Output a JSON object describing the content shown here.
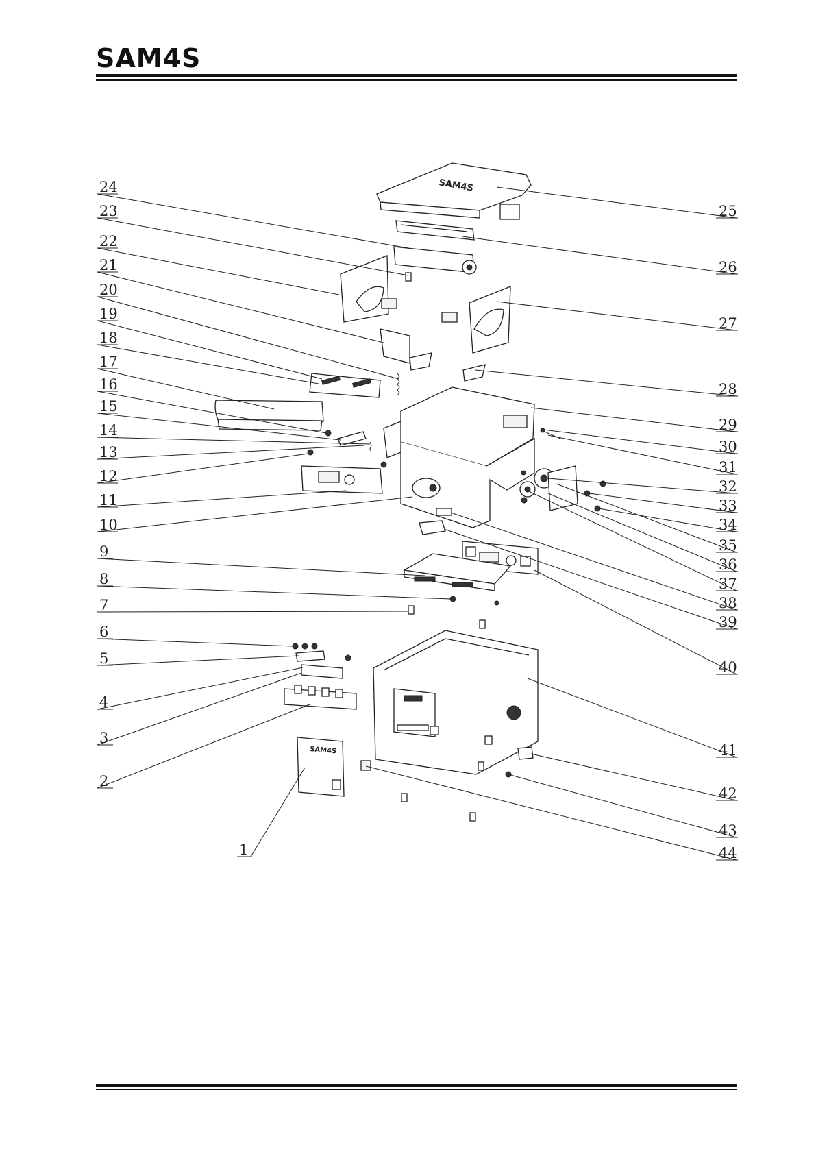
{
  "header": {
    "brand": "SAM4S"
  },
  "diagram": {
    "cover_logo": "SAM4S",
    "panel_logo": "SAM4S",
    "callouts": [
      {
        "label": "1"
      },
      {
        "label": "2"
      },
      {
        "label": "3"
      },
      {
        "label": "4"
      },
      {
        "label": "5"
      },
      {
        "label": "6"
      },
      {
        "label": "7"
      },
      {
        "label": "8"
      },
      {
        "label": "9"
      },
      {
        "label": "10"
      },
      {
        "label": "11"
      },
      {
        "label": "12"
      },
      {
        "label": "13"
      },
      {
        "label": "14"
      },
      {
        "label": "15"
      },
      {
        "label": "16"
      },
      {
        "label": "17"
      },
      {
        "label": "18"
      },
      {
        "label": "19"
      },
      {
        "label": "20"
      },
      {
        "label": "21"
      },
      {
        "label": "22"
      },
      {
        "label": "23"
      },
      {
        "label": "24"
      },
      {
        "label": "25"
      },
      {
        "label": "26"
      },
      {
        "label": "27"
      },
      {
        "label": "28"
      },
      {
        "label": "29"
      },
      {
        "label": "30"
      },
      {
        "label": "31"
      },
      {
        "label": "32"
      },
      {
        "label": "33"
      },
      {
        "label": "34"
      },
      {
        "label": "35"
      },
      {
        "label": "36"
      },
      {
        "label": "37"
      },
      {
        "label": "38"
      },
      {
        "label": "39"
      },
      {
        "label": "40"
      },
      {
        "label": "41"
      },
      {
        "label": "42"
      },
      {
        "label": "43"
      },
      {
        "label": "44"
      }
    ]
  },
  "colors": {
    "line": "#222222",
    "background": "#ffffff"
  }
}
